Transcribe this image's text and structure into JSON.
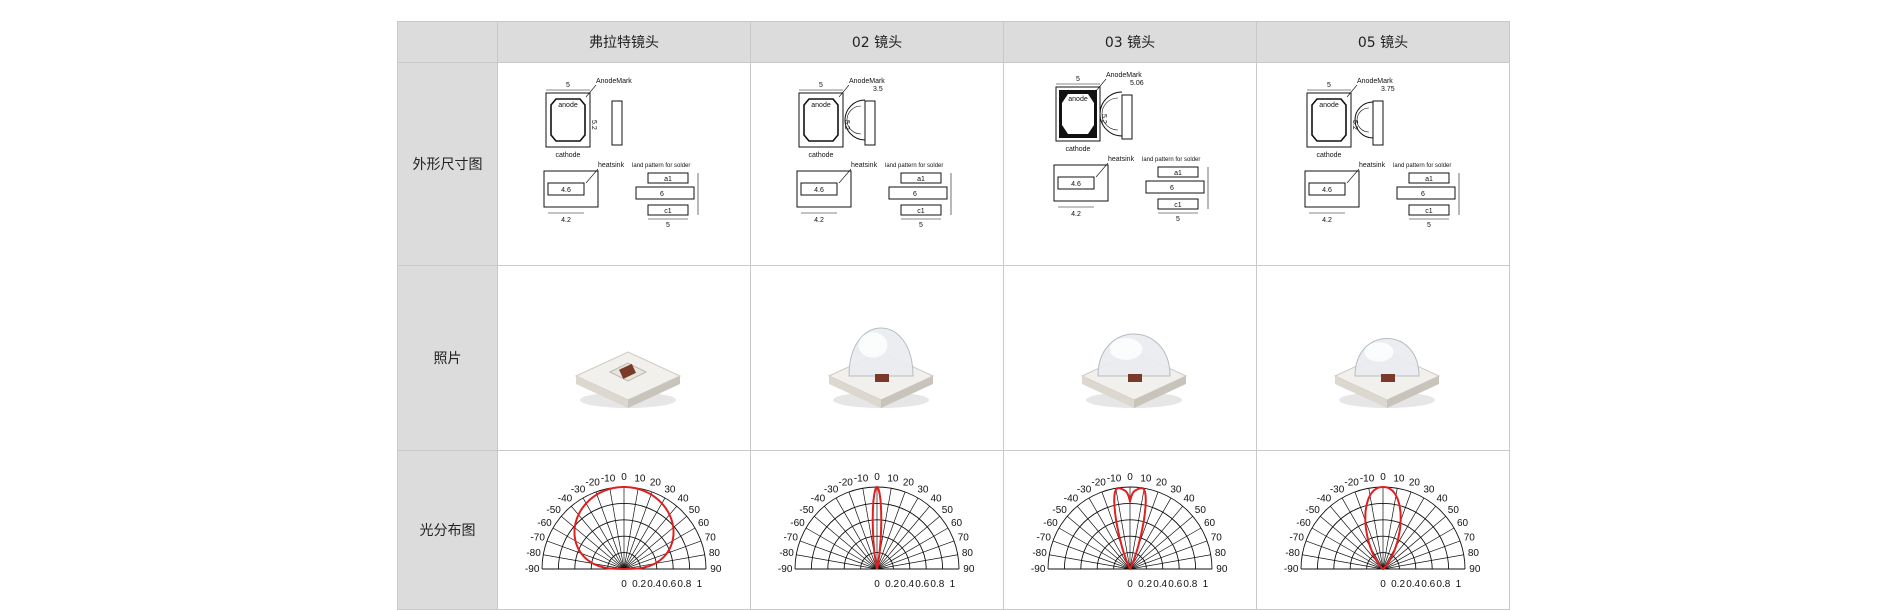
{
  "table": {
    "corner": "",
    "columns": [
      "弗拉特镜头",
      "02 镜头",
      "03 镜头",
      "05 镜头"
    ],
    "rows": [
      {
        "label": "外形尺寸图"
      },
      {
        "label": "照片"
      },
      {
        "label": "光分布图"
      }
    ]
  },
  "drawing_labels": {
    "anode": "anode",
    "cathode": "cathode",
    "anode_mark": "AnodeMark",
    "heatsink": "heatsink",
    "land_pattern": "land pattern for solder",
    "dim_5": "5",
    "dim_52": "5.2",
    "dim_46": "4.6",
    "dim_42": "4.2",
    "dim_6": "6",
    "dim_a1": "a1",
    "dim_c1": "c1",
    "dim_lens": [
      "",
      "3.5",
      "5.06",
      "3.75"
    ]
  },
  "polar": {
    "angle_labels_left": [
      "-90",
      "-80",
      "-70",
      "-60",
      "-50",
      "-40",
      "-30",
      "-20",
      "-10"
    ],
    "angle_labels_right": [
      "0",
      "10",
      "20",
      "30",
      "40",
      "50",
      "60",
      "70",
      "80",
      "90"
    ],
    "radial_labels": [
      "0",
      "0.2",
      "0.4",
      "0.6",
      "0.8",
      "1"
    ],
    "curve_color": "#e02020",
    "grid_color": "#111111"
  },
  "colors": {
    "header_bg": "#dcdcdc",
    "border": "#c9c9c9",
    "led_body": "#f2f0ec",
    "chip": "#7a3a2a"
  }
}
